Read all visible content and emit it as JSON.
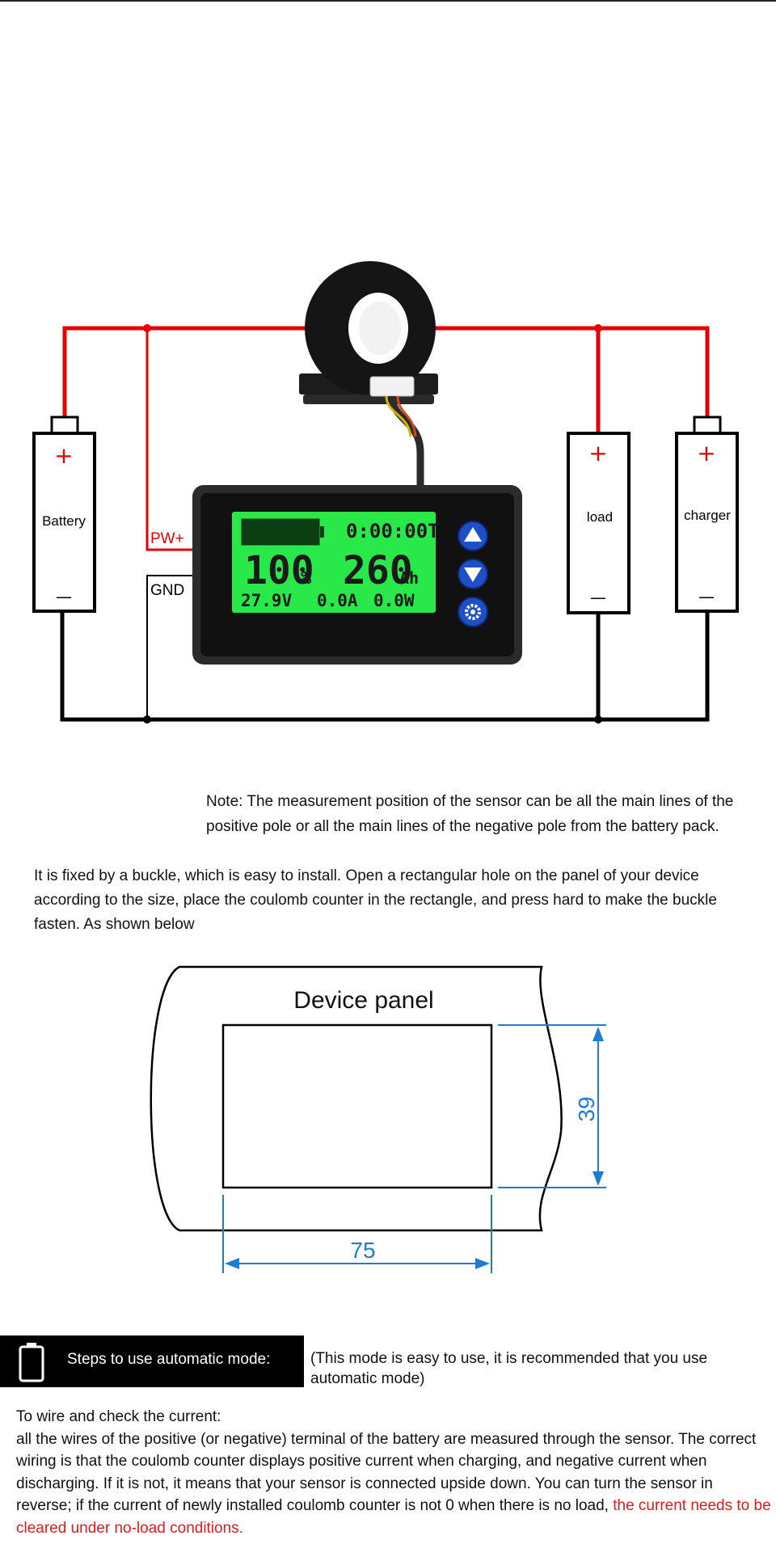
{
  "wiring_diagram": {
    "battery_label": "Battery",
    "load_label": "load",
    "charger_label": "charger",
    "plus_sign": "+",
    "minus_sign": "—",
    "pw_label": "PW+",
    "gnd_label": "GND",
    "wire_positive_color": "#e60000",
    "wire_negative_color": "#000000",
    "display": {
      "timer": "0:00:00T",
      "percent": "100",
      "percent_unit": "%",
      "capacity": "260",
      "capacity_unit": "Ah",
      "voltage": "27.9V",
      "current": "0.0A",
      "power": "0.0W",
      "screen_color": "#29e84a",
      "button_color": "#1f4fc4",
      "buttons": [
        "up-button",
        "down-button",
        "settings-button"
      ]
    }
  },
  "note_text": "Note: The measurement position of the sensor can be all the main lines of the positive pole or all the main lines of the negative pole from the battery pack.",
  "install_text": "It is fixed by a buckle, which is easy to install. Open a rectangular hole on the panel of your device according to the size, place the coulomb counter in the rectangle, and press hard to make the buckle fasten. As shown below",
  "panel_diagram": {
    "title": "Device panel",
    "width_label": "75",
    "height_label": "39",
    "dimension_color": "#1e7bd6"
  },
  "steps": {
    "bar_label": "Steps to use automatic mode:",
    "mode_note": "(This mode is easy to use, it is recommended that you use automatic mode)"
  },
  "wiring_instructions": {
    "heading": "To wire and check the current:",
    "body": "all the wires of the positive (or negative) terminal of the battery are measured through the sensor. The correct wiring is that the coulomb counter displays positive current when charging, and negative current when discharging. If it is not, it means that your sensor is connected upside down. You can turn the sensor in reverse; if the current of newly installed coulomb counter is not 0 when there is no load,",
    "highlight": "the current needs to be cleared under no-load conditions.",
    "highlight_color": "#e21b1b"
  }
}
